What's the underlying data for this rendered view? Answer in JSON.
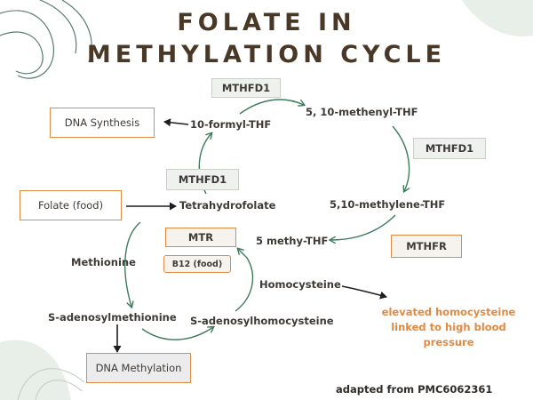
{
  "title": {
    "line1": "FOLATE IN",
    "line2": "METHYLATION CYCLE"
  },
  "enzymes": {
    "mthfd1_top": "MTHFD1",
    "mthfd1_right": "MTHFD1",
    "mthfd1_mid": "MTHFD1",
    "mtr": "MTR",
    "b12": "B12 (food)",
    "mthfr": "MTHFR"
  },
  "outputs": {
    "dna_synthesis": "DNA Synthesis",
    "folate_food": "Folate (food)",
    "dna_methylation": "DNA Methylation"
  },
  "metabolites": {
    "formyl_thf": "10-formyl-THF",
    "methenyl_thf": "5, 10-methenyl-THF",
    "thf": "Tetrahydrofolate",
    "methylene_thf": "5,10-methylene-THF",
    "methyl_thf": "5 methy-THF",
    "methionine": "Methionine",
    "homocysteine": "Homocysteine",
    "sam": "S-adenosylmethionine",
    "sah": "S-adenosylhomocysteine"
  },
  "note": {
    "line1": "elevated homocysteine",
    "line2": "linked to high blood pressure"
  },
  "credit": "adapted from PMC6062361",
  "colors": {
    "title": "#4a3826",
    "accent": "#e08a43",
    "arrow_green": "#3f7a5e",
    "enzyme_bg": "#eef1ee"
  }
}
